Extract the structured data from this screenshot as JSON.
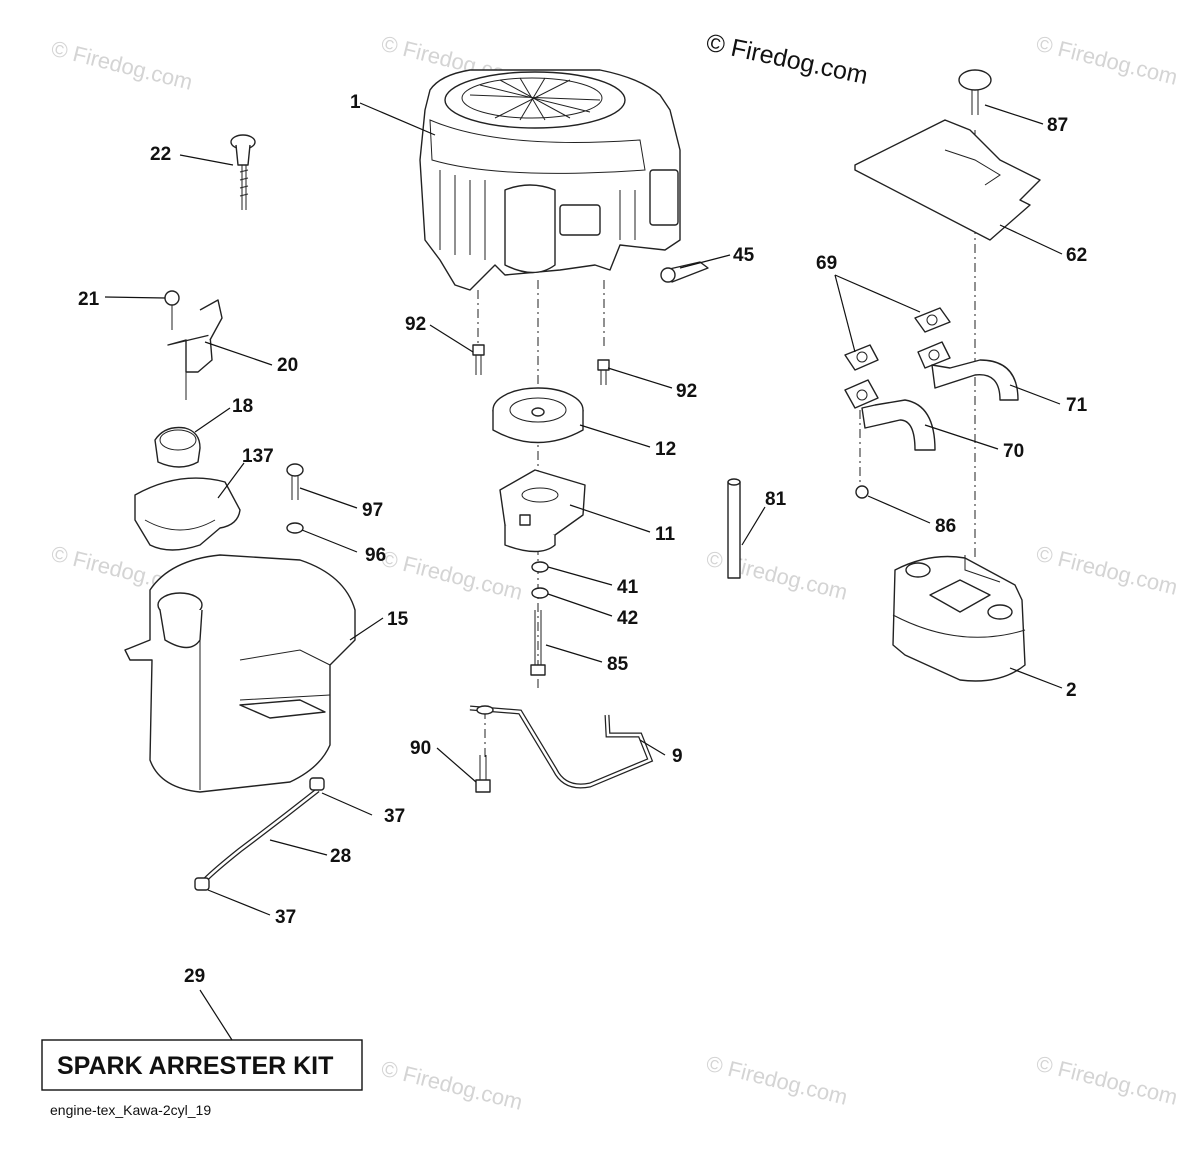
{
  "copyright": "© Firedog.com",
  "watermark": "© Firedog.com",
  "kit_label": "SPARK ARRESTER KIT",
  "footer_code": "engine-tex_Kawa-2cyl_19",
  "callouts": {
    "c1": "1",
    "c2": "2",
    "c9": "9",
    "c11": "11",
    "c12": "12",
    "c15": "15",
    "c18": "18",
    "c20": "20",
    "c21": "21",
    "c22": "22",
    "c28": "28",
    "c29": "29",
    "c37a": "37",
    "c37b": "37",
    "c41": "41",
    "c42": "42",
    "c45": "45",
    "c62": "62",
    "c69": "69",
    "c70": "70",
    "c71": "71",
    "c81": "81",
    "c85": "85",
    "c86": "86",
    "c87": "87",
    "c90": "90",
    "c92a": "92",
    "c92b": "92",
    "c96": "96",
    "c97": "97",
    "c137": "137"
  }
}
